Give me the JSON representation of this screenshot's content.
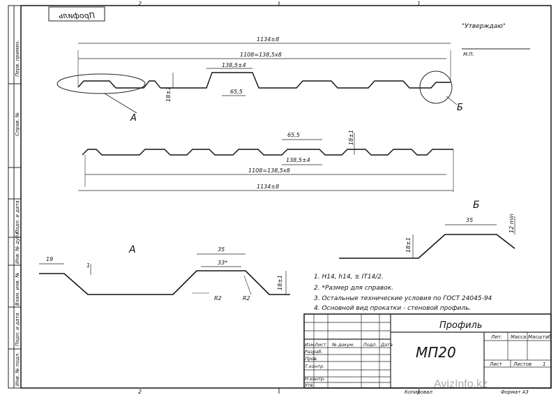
{
  "drawing": {
    "stamp_mirrored": "Профиль",
    "approve": "\"Утверждаю\"",
    "mp": "М.П.",
    "zone_left_top": "2",
    "zone_right_top": "1",
    "zone_left_bottom": "2",
    "zone_right_bottom": "1",
    "side_labels": [
      "Перв. примен.",
      "Справ. №",
      "Подп. и дата",
      "Инв. № дубл.",
      "Взам. инв. №",
      "Подп. и дата",
      "Инв. № подл."
    ],
    "main_profile": {
      "dim_total": "1134±8",
      "dim_pitch_sum": "1108=138,5х8",
      "dim_pitch": "138,5±4",
      "dim_crest": "65,5",
      "dim_height": "18±1",
      "callout_a": "А",
      "callout_b": "Б"
    },
    "bottom_profile": {
      "dim_crest": "65,5",
      "dim_height": "18±1",
      "dim_pitch": "138,5±4",
      "dim_pitch_sum": "1108=138,5х8",
      "dim_total": "1134±8"
    },
    "detail_a": {
      "title": "А",
      "dim_left": "19",
      "dim_top": "35",
      "dim_mid": "33*",
      "dim_small": "1",
      "dim_height": "18±1",
      "radius1": "R2",
      "radius2": "R2"
    },
    "detail_b": {
      "title": "Б",
      "dim_top": "35",
      "dim_min": "12 min",
      "dim_height": "18±1"
    },
    "notes": [
      "1. Н14, h14, ± IT14/2.",
      "2. *Размер для справок.",
      "3. Остальные технические условия по ГОСТ 24045-94",
      "4. Основной вид прокатки - стеновой профиль."
    ],
    "title_block": {
      "name": "Профиль",
      "designation": "МП20",
      "col_izm": "Изм",
      "col_list": "Лист",
      "col_doc": "№ докум.",
      "col_sign": "Подп.",
      "col_date": "Дата",
      "row_razrab": "Разраб.",
      "row_prov": "Пров.",
      "row_tkontr": "Т.контр.",
      "row_nkontr": "Н.контр.",
      "row_utv": "Утв.",
      "lit": "Лит.",
      "mass": "Масса",
      "scale": "Масштаб",
      "sheet": "Лист",
      "sheets": "Листов",
      "sheets_value": "1",
      "copied": "Копировал",
      "format": "Формат А3"
    },
    "watermark": "AvizInfo.kz"
  }
}
